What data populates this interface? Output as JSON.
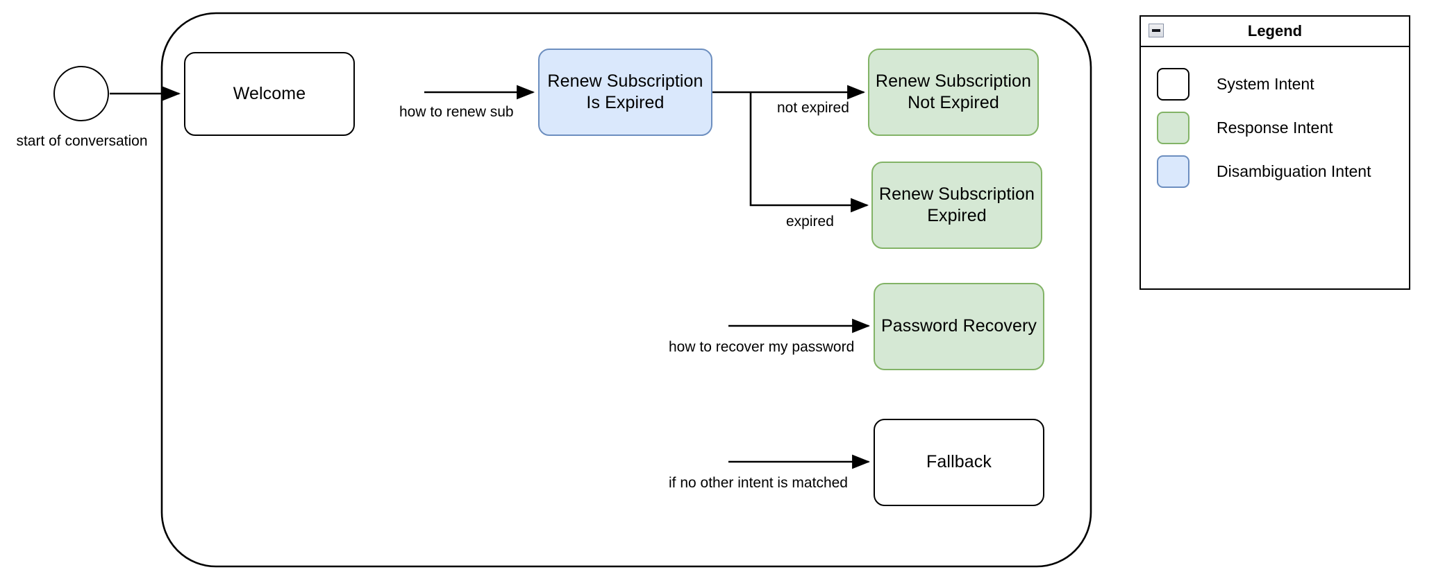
{
  "diagram": {
    "start": {
      "shape": "circle",
      "caption": "start of conversation"
    },
    "nodes": [
      {
        "id": "welcome",
        "label": "Welcome",
        "type": "System Intent"
      },
      {
        "id": "renew-is-exp",
        "label": "Renew Subscription\nIs Expired",
        "type": "Disambiguation Intent"
      },
      {
        "id": "renew-not-exp",
        "label": "Renew Subscription\nNot Expired",
        "type": "Response Intent"
      },
      {
        "id": "renew-exp",
        "label": "Renew Subscription\nExpired",
        "type": "Response Intent"
      },
      {
        "id": "password",
        "label": "Password Recovery",
        "type": "Response Intent"
      },
      {
        "id": "fallback",
        "label": "Fallback",
        "type": "System Intent"
      }
    ],
    "edges": [
      {
        "id": "e-start",
        "label": "",
        "from": "start",
        "to": "welcome"
      },
      {
        "id": "e-renew",
        "label": "how to renew sub",
        "from": "container",
        "to": "renew-is-exp"
      },
      {
        "id": "e-not-exp",
        "label": "not expired",
        "from": "renew-is-exp",
        "to": "renew-not-exp"
      },
      {
        "id": "e-exp",
        "label": "expired",
        "from": "renew-is-exp",
        "to": "renew-exp"
      },
      {
        "id": "e-password",
        "label": "how to recover my password",
        "from": "container",
        "to": "password"
      },
      {
        "id": "e-fallback",
        "label": "if no other intent is matched",
        "from": "container",
        "to": "fallback"
      }
    ]
  },
  "legend": {
    "title": "Legend",
    "collapse_icon": "minimize-icon",
    "items": [
      {
        "label": "System Intent",
        "color": "#ffffff",
        "border": "#000000"
      },
      {
        "label": "Response Intent",
        "color": "#d5e8d4",
        "border": "#82b366"
      },
      {
        "label": "Disambiguation Intent",
        "color": "#dae8fc",
        "border": "#6c8ebf"
      }
    ]
  },
  "colors": {
    "system_fill": "#ffffff",
    "system_border": "#000000",
    "response_fill": "#d5e8d4",
    "response_border": "#82b366",
    "disambiguation_fill": "#dae8fc",
    "disambiguation_border": "#6c8ebf",
    "line": "#000000"
  }
}
